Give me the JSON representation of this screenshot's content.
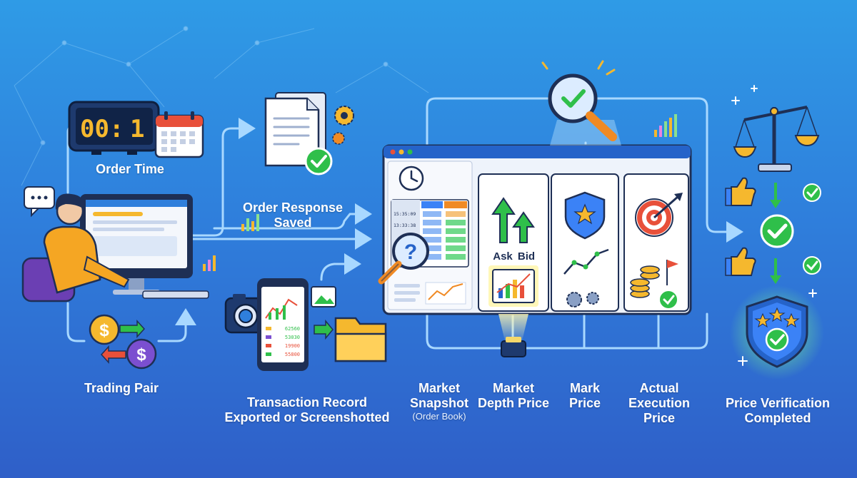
{
  "labels": {
    "order_time": "Order Time",
    "order_response": "Order Response\nSaved",
    "trading_pair": "Trading Pair",
    "transaction_record": "Transaction Record\nExported or Screenshotted",
    "market_snapshot": "Market\nSnapshot",
    "market_snapshot_sub": "(Order Book)",
    "market_depth": "Market\nDepth Price",
    "mark_price": "Mark\nPrice",
    "actual_execution": "Actual\nExecution\nPrice",
    "price_verification": "Price Verification\nCompleted"
  },
  "clock": {
    "digits_left": "00:",
    "digits_right": "1"
  },
  "order_book": {
    "times": [
      "15:35:09",
      "13:33:38"
    ]
  },
  "phone": {
    "values": [
      "62560",
      "53030",
      "19900",
      "55800"
    ]
  },
  "depth": {
    "ask_label": "Ask",
    "bid_label": "Bid"
  },
  "colors": {
    "background_top": "#2f9be6",
    "background_bottom": "#2f5fc8",
    "flow_line": "#a8d8ff",
    "accent_green": "#2fbf4a",
    "accent_orange": "#f08a24",
    "accent_red": "#e8503a",
    "accent_yellow": "#f5c33b",
    "accent_blue": "#2563c9"
  },
  "icons": {
    "order_time": "digital-clock-icon",
    "calendar": "calendar-icon",
    "order_response": "document-icon",
    "trading_pair": "currency-exchange-icon",
    "transaction_record": "phone-camera-icon",
    "market_snapshot": "order-book-icon",
    "market_depth": "up-arrows-icon",
    "mark_price": "shield-star-icon",
    "actual_execution": "target-icon",
    "price_verification": "scales-shield-icon"
  }
}
